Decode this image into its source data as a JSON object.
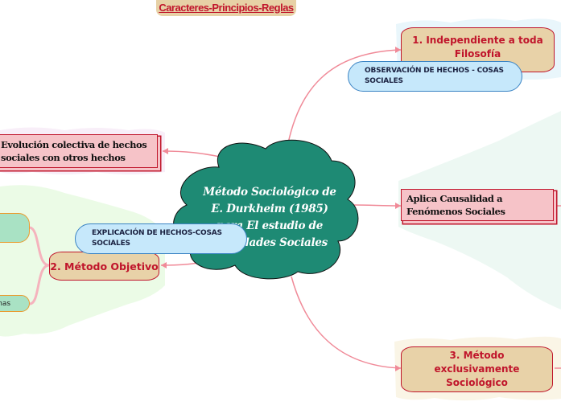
{
  "map": {
    "central": {
      "title": "Método Sociológico de E. Durkheim (1985) para El estudio de Realidades Sociales",
      "lines": [
        "Método Sociológico de",
        "E. Durkheim (1985)",
        "para El estudio de",
        "Realidades Sociales"
      ],
      "shape": "cloud-icon"
    },
    "top_node": {
      "label": "Caracteres-Principios-Reglas"
    },
    "branches": {
      "independiente": {
        "label": "1. Independiente a toda Filosofía"
      },
      "metodo_objetivo": {
        "label": "2. Método Objetivo"
      },
      "exclusivamente": {
        "label": "3. Método exclusivamente Sociológico"
      }
    },
    "subtopics": {
      "evolucion": {
        "label": "Evolución colectiva de hechos sociales con otros hechos"
      },
      "causalidad": {
        "label": "Aplica Causalidad a Fenómenos Sociales"
      }
    },
    "relationships": {
      "observacion": {
        "label": "OBSERVACIÓN DE HECHOS - COSAS SOCIALES"
      },
      "explicacion": {
        "label": "EXPLICACIÓN DE HECHOS-COSAS SOCIALES"
      }
    },
    "leaves": {
      "leaf_top": {
        "label": ""
      },
      "leaf_bottom": {
        "label": "rinas"
      }
    }
  },
  "colors": {
    "cloud_fill": "#1e8a74",
    "connector": "#f08a98",
    "branch_fill": "#e8d2a8",
    "branch_text": "#c0152b",
    "subtopic_fill": "#f6c3c8",
    "relationship_fill": "#c6e8fb",
    "relationship_border": "#3b84c4",
    "leaf_fill": "#a9e2c4",
    "leaf_border": "#ea9b2e",
    "zone_green": "#ebfbe6",
    "zone_mint": "#edf8f3",
    "zone_cream": "#faf5e6",
    "zone_blue": "#e9f6fb"
  }
}
